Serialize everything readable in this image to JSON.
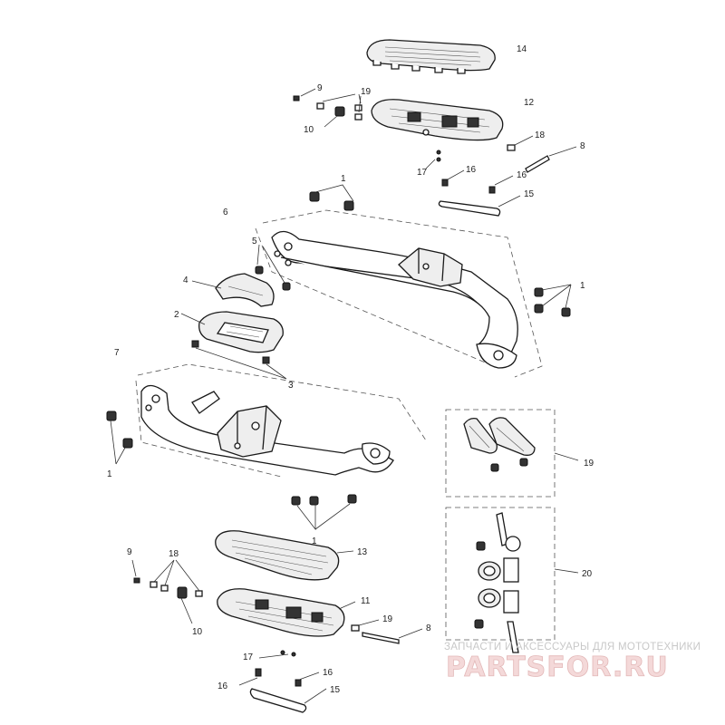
{
  "callouts": {
    "c14": "14",
    "c12": "12",
    "c9_top": "9",
    "c19_top": "19",
    "c10_top": "10",
    "c18_top": "18",
    "c8_top": "8",
    "c17_top": "17",
    "c16_top_a": "16",
    "c16_top_b": "16",
    "c15_top": "15",
    "c1_a": "1",
    "c6": "6",
    "c5": "5",
    "c1_b": "1",
    "c4": "4",
    "c2": "2",
    "c3": "3",
    "c7": "7",
    "c1_c": "1",
    "c19_box": "19",
    "c1_d": "1",
    "c9_bot": "9",
    "c18_bot": "18",
    "c13": "13",
    "c20_box": "20",
    "c11": "11",
    "c10_bot": "10",
    "c19_bot": "19",
    "c8_bot": "8",
    "c17_bot": "17",
    "c16_bot_a": "16",
    "c16_bot_b": "16",
    "c15_bot": "15"
  },
  "watermark": {
    "caption": "ЗАПЧАСТИ И АКСЕССУАРЫ ДЛЯ МОТОТЕХНИКИ",
    "brand": "PARTSFOR.RU"
  }
}
